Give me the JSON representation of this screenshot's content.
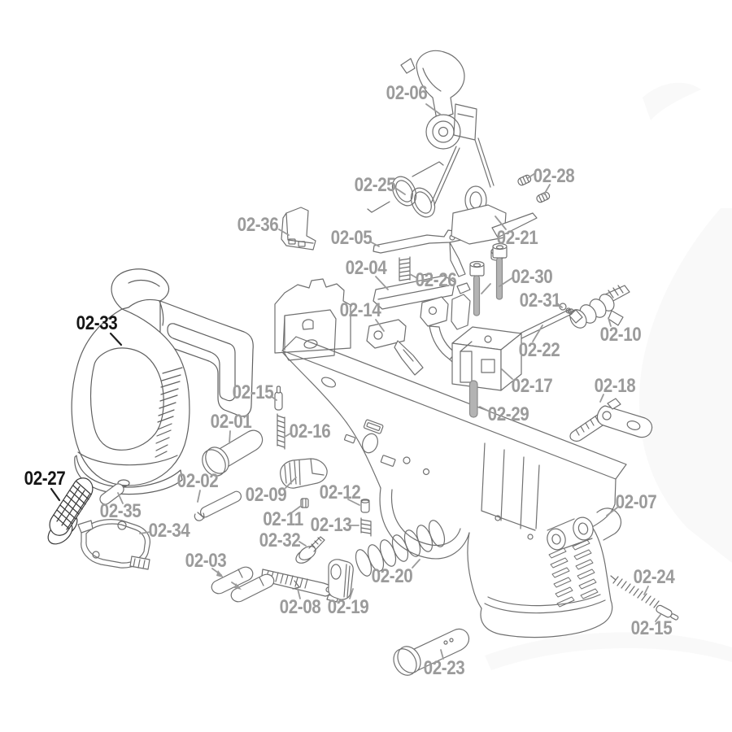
{
  "diagram": {
    "kind": "exploded-parts-diagram",
    "colors": {
      "background": "#ffffff",
      "label_gray": "#9b9b9b",
      "label_dark": "#151515",
      "line_art": "#707070",
      "metal_fill": "#b3b3b3",
      "watermark": "#f4f4f4"
    },
    "labels": [
      {
        "id": "02-06",
        "text": "02-06",
        "emphasized": false
      },
      {
        "id": "02-25",
        "text": "02-25",
        "emphasized": false
      },
      {
        "id": "02-28",
        "text": "02-28",
        "emphasized": false
      },
      {
        "id": "02-36",
        "text": "02-36",
        "emphasized": false
      },
      {
        "id": "02-05",
        "text": "02-05",
        "emphasized": false
      },
      {
        "id": "02-21",
        "text": "02-21",
        "emphasized": false
      },
      {
        "id": "02-04",
        "text": "02-04",
        "emphasized": false
      },
      {
        "id": "02-26",
        "text": "02-26",
        "emphasized": false
      },
      {
        "id": "02-30",
        "text": "02-30",
        "emphasized": false
      },
      {
        "id": "02-31",
        "text": "02-31",
        "emphasized": false
      },
      {
        "id": "02-10",
        "text": "02-10",
        "emphasized": false
      },
      {
        "id": "02-14",
        "text": "02-14",
        "emphasized": false
      },
      {
        "id": "02-22",
        "text": "02-22",
        "emphasized": false
      },
      {
        "id": "02-17",
        "text": "02-17",
        "emphasized": false
      },
      {
        "id": "02-18",
        "text": "02-18",
        "emphasized": false
      },
      {
        "id": "02-33",
        "text": "02-33",
        "emphasized": true
      },
      {
        "id": "02-15-upper",
        "text": "02-15",
        "emphasized": false
      },
      {
        "id": "02-29",
        "text": "02-29",
        "emphasized": false
      },
      {
        "id": "02-01",
        "text": "02-01",
        "emphasized": false
      },
      {
        "id": "02-16",
        "text": "02-16",
        "emphasized": false
      },
      {
        "id": "02-27",
        "text": "02-27",
        "emphasized": true
      },
      {
        "id": "02-02",
        "text": "02-02",
        "emphasized": false
      },
      {
        "id": "02-09",
        "text": "02-09",
        "emphasized": false
      },
      {
        "id": "02-12",
        "text": "02-12",
        "emphasized": false
      },
      {
        "id": "02-35",
        "text": "02-35",
        "emphasized": false
      },
      {
        "id": "02-11",
        "text": "02-11",
        "emphasized": false
      },
      {
        "id": "02-13",
        "text": "02-13",
        "emphasized": false
      },
      {
        "id": "02-07",
        "text": "02-07",
        "emphasized": false
      },
      {
        "id": "02-34",
        "text": "02-34",
        "emphasized": false
      },
      {
        "id": "02-32",
        "text": "02-32",
        "emphasized": false
      },
      {
        "id": "02-03",
        "text": "02-03",
        "emphasized": false
      },
      {
        "id": "02-20",
        "text": "02-20",
        "emphasized": false
      },
      {
        "id": "02-08",
        "text": "02-08",
        "emphasized": false
      },
      {
        "id": "02-19",
        "text": "02-19",
        "emphasized": false
      },
      {
        "id": "02-24",
        "text": "02-24",
        "emphasized": false
      },
      {
        "id": "02-15-lower",
        "text": "02-15",
        "emphasized": false
      },
      {
        "id": "02-23",
        "text": "02-23",
        "emphasized": false
      }
    ]
  }
}
